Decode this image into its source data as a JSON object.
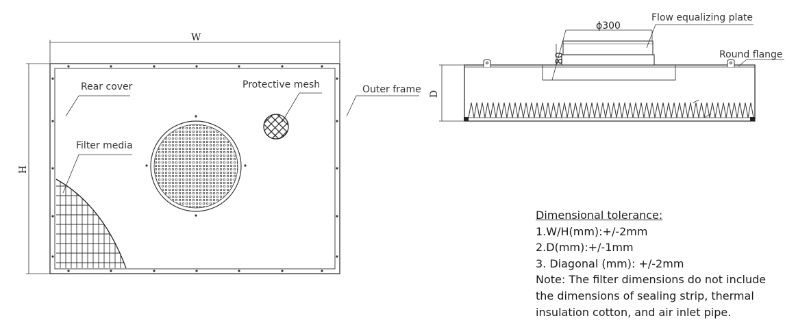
{
  "front_view": {
    "dim_w": "W",
    "dim_h": "H",
    "labels": {
      "rear_cover": "Rear cover",
      "protective_mesh": "Protective mesh",
      "outer_frame": "Outer frame",
      "filter_media": "Filter media"
    }
  },
  "side_view": {
    "labels": {
      "flow_plate": "Flow equalizing plate",
      "round_flange": "Round flange"
    },
    "dim_diameter": "ϕ300",
    "dim_80": "80",
    "dim_d": "D"
  },
  "tolerance": {
    "title": "Dimensional tolerance:",
    "lines": [
      "1.W/H(mm):+/-2mm",
      "2.D(mm):+/-1mm",
      "3. Diagonal (mm): +/-2mm",
      "Note: The filter dimensions do not include",
      "the dimensions of sealing strip, thermal",
      "insulation cotton, and air inlet pipe."
    ]
  },
  "colors": {
    "line": "#333333",
    "text": "#1a1a1a"
  }
}
